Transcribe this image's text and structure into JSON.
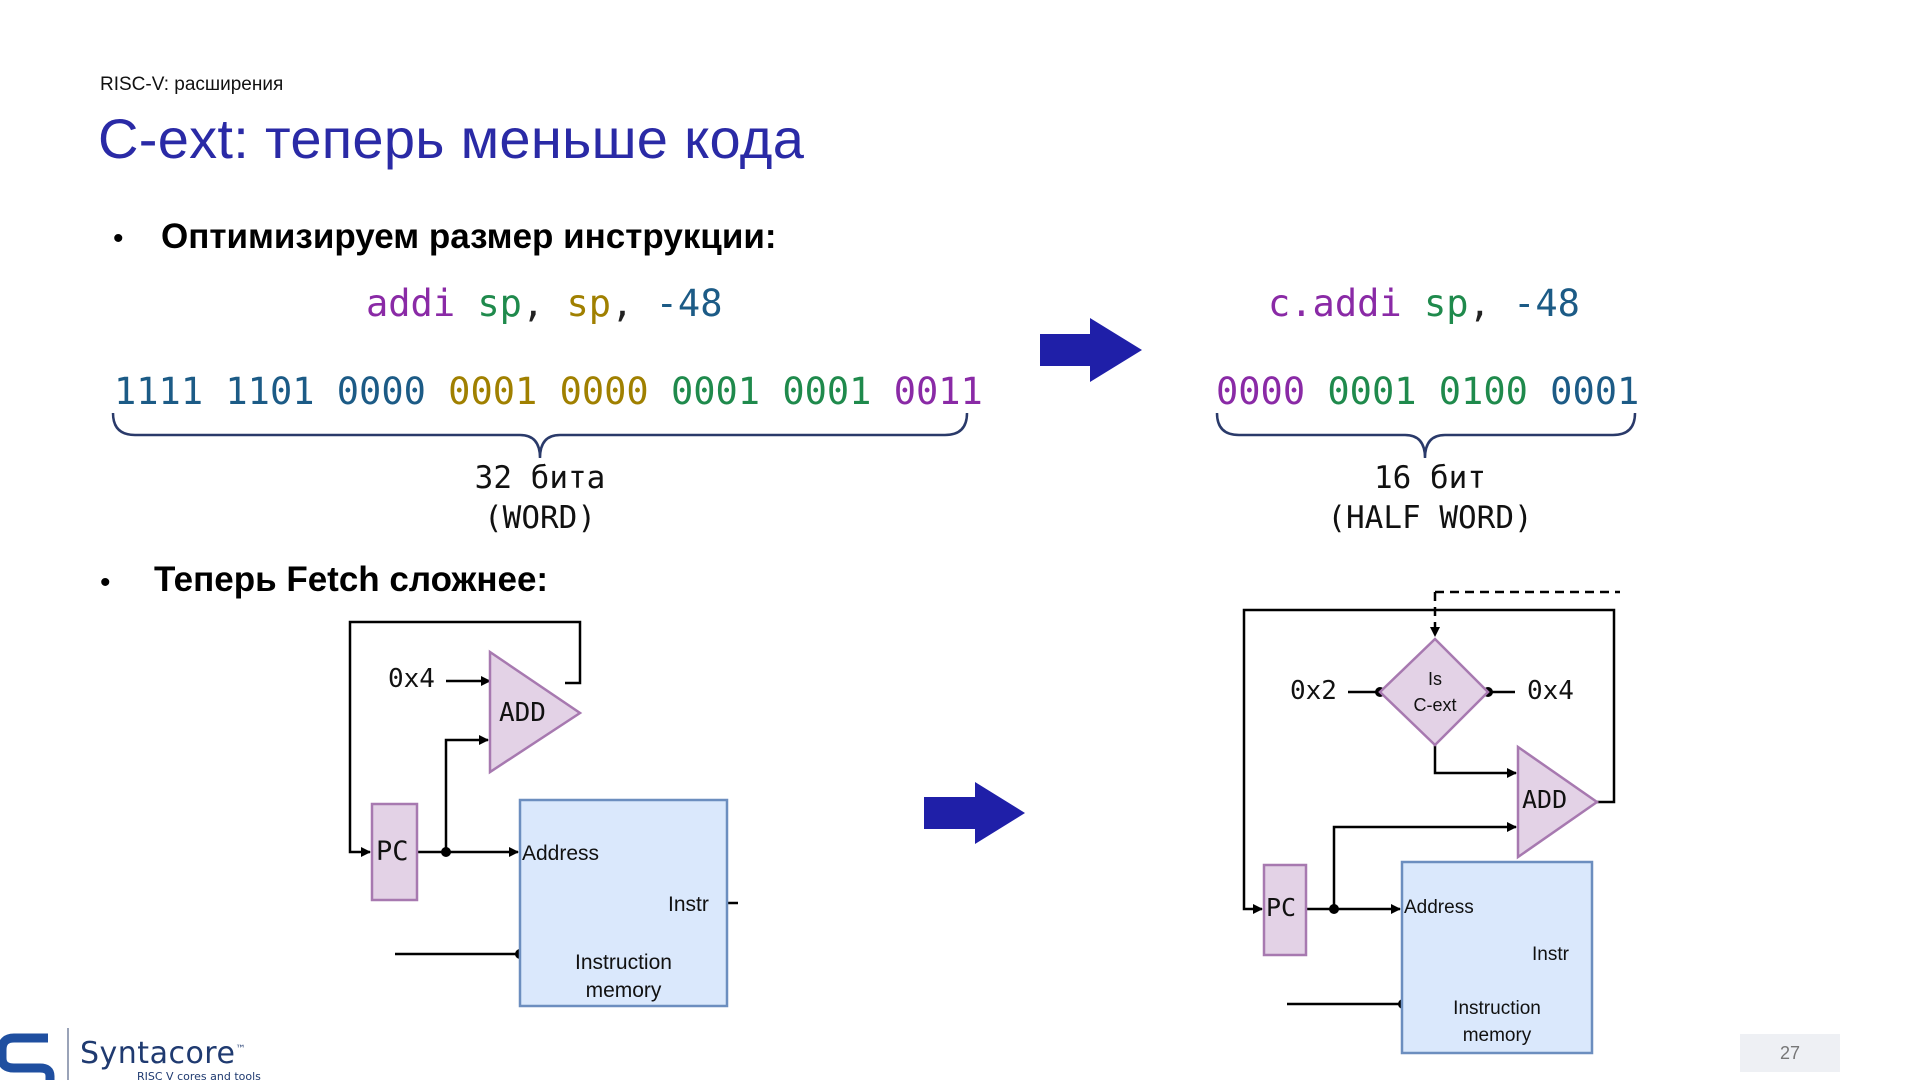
{
  "slide": {
    "supertitle": "RISC-V: расширения",
    "title": "C-ext: теперь меньше кода",
    "page_number": "27"
  },
  "bullets": {
    "bullet_glyph": "•",
    "first": "Оптимизируем размер инструкции:",
    "second": "Теперь Fetch сложнее:"
  },
  "left_instruction": {
    "mnemonic": "addi",
    "op1": "sp",
    "comma1": ",",
    "op2": "sp",
    "comma2": ",",
    "imm": "-48",
    "bit_groups": [
      "1111",
      "1101",
      "0000",
      "0001",
      "0000",
      "0001",
      "0001",
      "0011"
    ],
    "brace_label_1": "32 бита",
    "brace_label_2": "(WORD)"
  },
  "right_instruction": {
    "mnemonic": "c.addi",
    "op1": "sp",
    "comma1": ",",
    "imm": "-48",
    "bit_groups": [
      "0000",
      "0001",
      "0100",
      "0001"
    ],
    "brace_label_1": "16 бит",
    "brace_label_2": "(HALF WORD)"
  },
  "left_diagram": {
    "const": "0x4",
    "adder": "ADD",
    "pc": "PC",
    "mem_address": "Address",
    "mem_instr": "Instr",
    "mem_name_1": "Instruction",
    "mem_name_2": "memory"
  },
  "right_diagram": {
    "const_a": "0x2",
    "const_b": "0x4",
    "mux_1": "Is",
    "mux_2": "C-ext",
    "adder": "ADD",
    "pc": "PC",
    "mem_address": "Address",
    "mem_instr": "Instr",
    "mem_name_1": "Instruction",
    "mem_name_2": "memory"
  },
  "logo": {
    "brand": "Syntacore",
    "tagline": "RISC V cores and tools",
    "tm": "™"
  },
  "colors": {
    "title": "#2a2aa6",
    "arrow": "#1f1fa8",
    "block_purple_fill": "#e3d2e6",
    "block_purple_stroke": "#a779b0",
    "memory_fill": "#dae8fc",
    "memory_stroke": "#6c8ebf"
  }
}
